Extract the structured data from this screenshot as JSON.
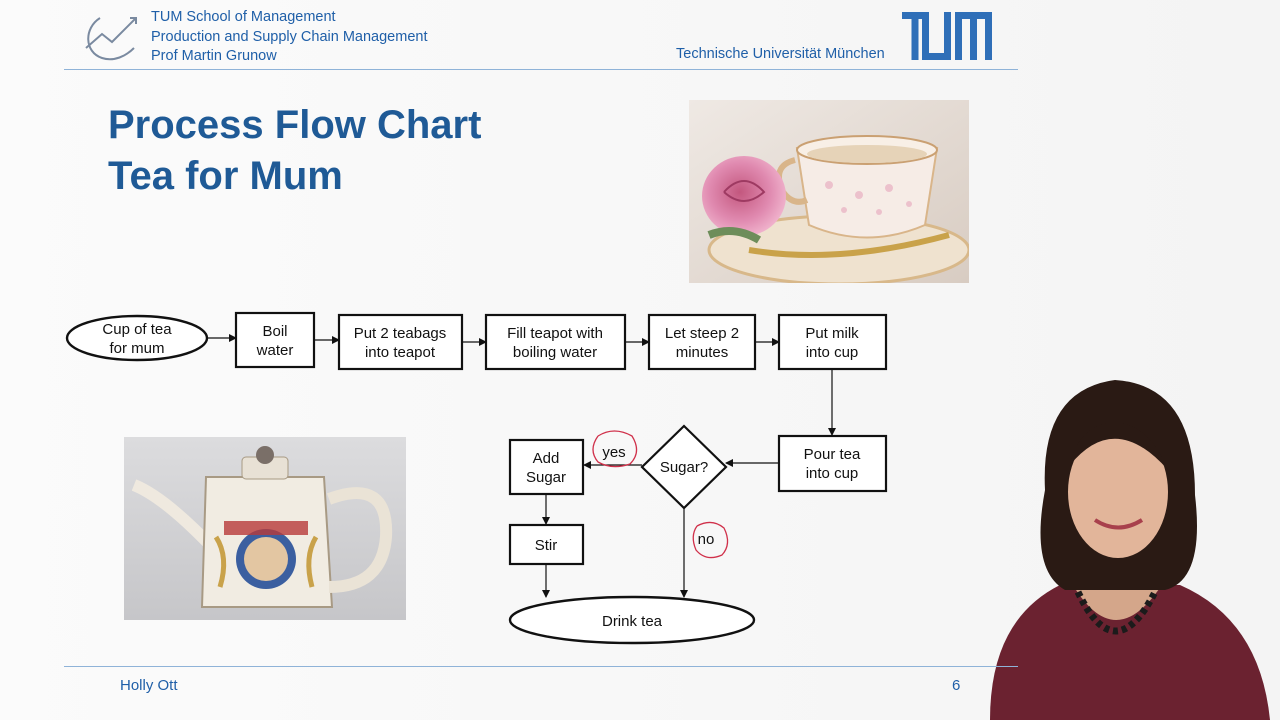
{
  "header": {
    "lines": [
      "TUM School of Management",
      "Production and Supply Chain Management",
      "Prof Martin Grunow"
    ],
    "university": "Technische Universität München",
    "logo_text": "TUM"
  },
  "title": {
    "line1": "Process Flow Chart",
    "line2": "Tea for Mum"
  },
  "diagram": {
    "nodes": {
      "start": [
        "Cup of tea",
        "for mum"
      ],
      "boil": [
        "Boil",
        "water"
      ],
      "teabags": [
        "Put 2 teabags",
        "into teapot"
      ],
      "fill": [
        "Fill teapot with",
        "boiling water"
      ],
      "steep": [
        "Let steep 2",
        "minutes"
      ],
      "milk": [
        "Put milk",
        "into cup"
      ],
      "pour": [
        "Pour tea",
        "into cup"
      ],
      "decision": [
        "Sugar?"
      ],
      "sugar": [
        "Add",
        "Sugar"
      ],
      "stir": [
        "Stir"
      ],
      "end": [
        "Drink tea"
      ]
    },
    "labels": {
      "yes": "yes",
      "no": "no"
    },
    "colors": {
      "stroke": "#111111",
      "annotation": "#d0304a"
    }
  },
  "footer": {
    "presenter": "Holly Ott",
    "page": "6"
  },
  "brand_color": "#1f5fa8"
}
